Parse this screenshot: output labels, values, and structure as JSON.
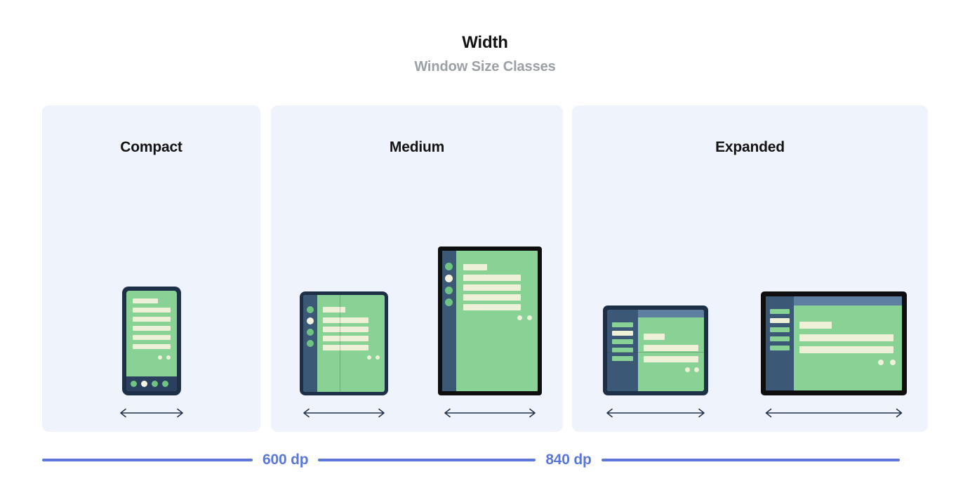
{
  "header": {
    "title": "Width",
    "subtitle": "Window Size Classes"
  },
  "colors": {
    "panel_background": "#eef3fc",
    "page_background": "#ffffff",
    "title_text": "#131313",
    "subtitle_text": "#9aa0a6",
    "rule_blue": "#5b78d8",
    "device_frame_navy": "#1e2f48",
    "device_frame_black": "#0f0f10",
    "screen_green": "#87d294",
    "content_bar_cream": "#eef0d7",
    "nav_rail_steel": "#3b5876",
    "nav_bar_navy": "#2b3f5e",
    "top_bar_steel": "#5f7fa0",
    "arrow_navy": "#22334a"
  },
  "panels": [
    {
      "id": "compact",
      "title": "Compact",
      "devices": [
        {
          "id": "phone-portrait",
          "kind": "phone",
          "arrow_label": "width-arrow"
        }
      ]
    },
    {
      "id": "medium",
      "title": "Medium",
      "devices": [
        {
          "id": "foldable-unfolded-portrait",
          "kind": "foldable-portrait",
          "arrow_label": "width-arrow"
        },
        {
          "id": "tablet-portrait",
          "kind": "tablet-portrait",
          "arrow_label": "width-arrow"
        }
      ]
    },
    {
      "id": "expanded",
      "title": "Expanded",
      "devices": [
        {
          "id": "foldable-unfolded-landscape",
          "kind": "foldable-landscape",
          "arrow_label": "width-arrow"
        },
        {
          "id": "tablet-landscape",
          "kind": "tablet-landscape",
          "arrow_label": "width-arrow"
        }
      ]
    }
  ],
  "breakpoints": {
    "first": "600 dp",
    "second": "840 dp"
  }
}
